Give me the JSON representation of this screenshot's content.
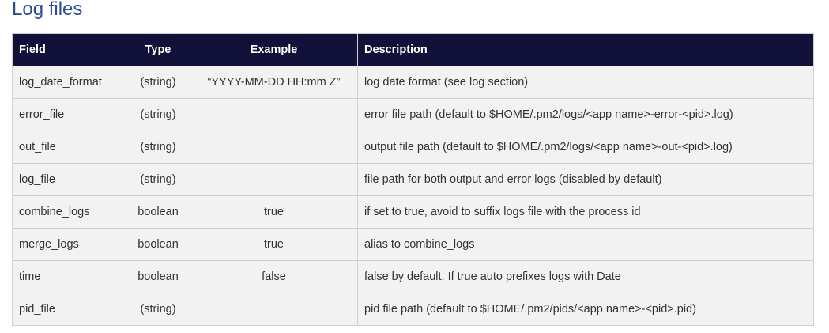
{
  "section": {
    "title": "Log files"
  },
  "table": {
    "headers": {
      "field": "Field",
      "type": "Type",
      "example": "Example",
      "description": "Description"
    },
    "rows": [
      {
        "field": "log_date_format",
        "type": "(string)",
        "example": "“YYYY-MM-DD HH:mm Z”",
        "description": "log date format (see log section)"
      },
      {
        "field": "error_file",
        "type": "(string)",
        "example": "",
        "description": "error file path (default to $HOME/.pm2/logs/<app name>-error-<pid>.log)"
      },
      {
        "field": "out_file",
        "type": "(string)",
        "example": "",
        "description": "output file path (default to $HOME/.pm2/logs/<app name>-out-<pid>.log)"
      },
      {
        "field": "log_file",
        "type": "(string)",
        "example": "",
        "description": "file path for both output and error logs (disabled by default)"
      },
      {
        "field": "combine_logs",
        "type": "boolean",
        "example": "true",
        "description": "if set to true, avoid to suffix logs file with the process id"
      },
      {
        "field": "merge_logs",
        "type": "boolean",
        "example": "true",
        "description": "alias to combine_logs"
      },
      {
        "field": "time",
        "type": "boolean",
        "example": "false",
        "description": "false by default. If true auto prefixes logs with Date"
      },
      {
        "field": "pid_file",
        "type": "(string)",
        "example": "",
        "description": "pid file path (default to $HOME/.pm2/pids/<app name>-<pid>.pid)"
      }
    ]
  },
  "colors": {
    "title": "#2d4b8e",
    "header_bg": "#11113a",
    "header_text": "#ffffff",
    "cell_bg": "#f2f2f2",
    "border": "#cfcfcf"
  }
}
